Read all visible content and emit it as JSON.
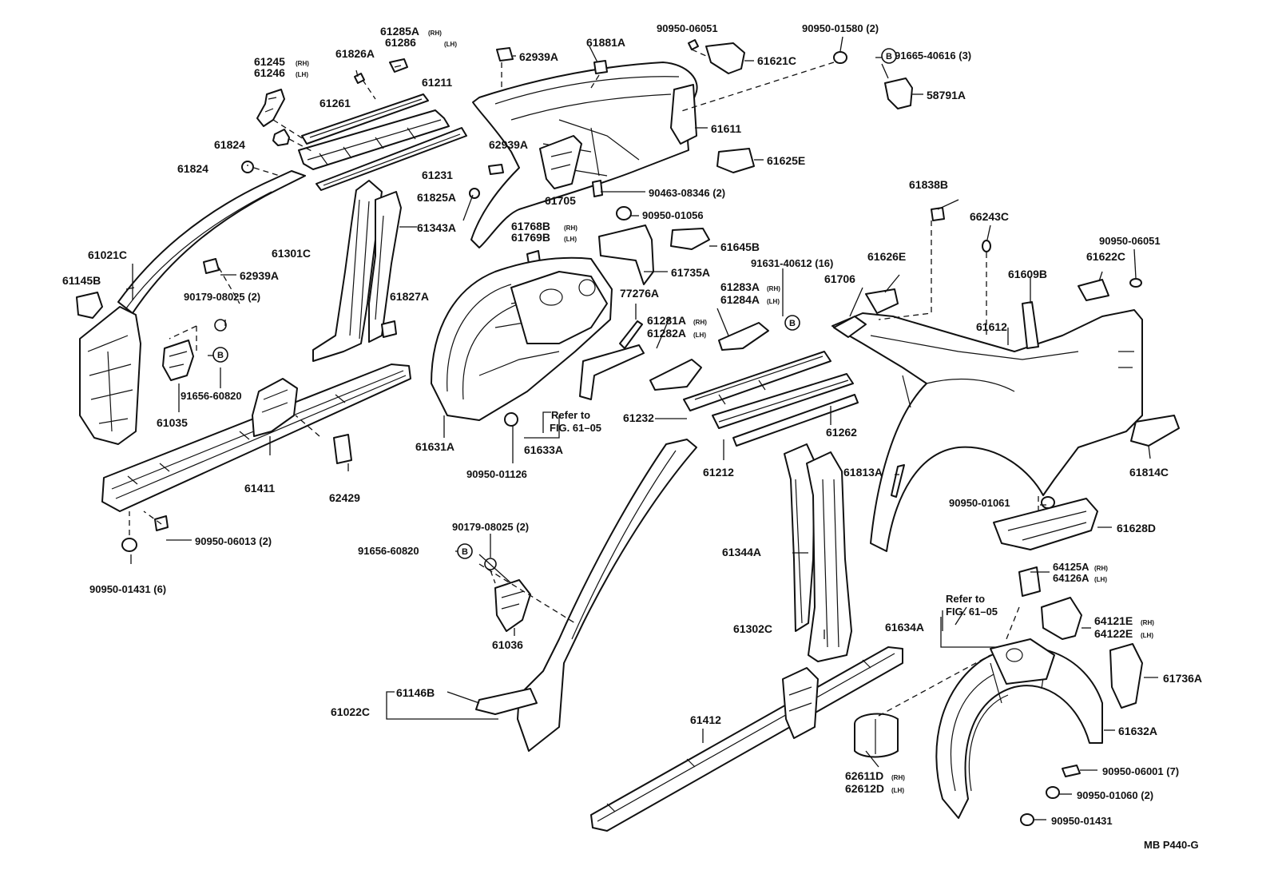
{
  "labels": {
    "p61285A": "61285A",
    "p61286": "61286",
    "p61245": "61245",
    "p61246": "61246",
    "p61826A": "61826A",
    "p61261": "61261",
    "p61211": "61211",
    "p61824a": "61824",
    "p61824b": "61824",
    "p61231": "61231",
    "p62939A_top": "62939A",
    "p62939A_mid": "62939A",
    "p62939A_left": "62939A",
    "p61881A": "61881A",
    "p90950_06051_top": "90950-06051",
    "p90950_01580": "90950-01580 (2)",
    "p61621C": "61621C",
    "p91665_40616": "91665-40616 (3)",
    "p58791A": "58791A",
    "p61611": "61611",
    "p61625E": "61625E",
    "p90463_08346": "90463-08346 (2)",
    "p61705": "61705",
    "p61825A": "61825A",
    "p61343A": "61343A",
    "p90950_01056": "90950-01056",
    "p61768B": "61768B",
    "p61769B": "61769B",
    "p61645B": "61645B",
    "p61735A": "61735A",
    "p61301C": "61301C",
    "p61021C": "61021C",
    "p61145B": "61145B",
    "p90179_08025_left": "90179-08025 (2)",
    "p61827A": "61827A",
    "p91656_60820_left": "91656-60820",
    "p61035": "61035",
    "p61411": "61411",
    "p62429": "62429",
    "p90950_06013": "90950-06013 (2)",
    "p90950_01431_left": "90950-01431 (6)",
    "p61631A": "61631A",
    "p61633A": "61633A",
    "p90950_01126": "90950-01126",
    "p77276A": "77276A",
    "p61281A": "61281A",
    "p61282A": "61282A",
    "p61283A": "61283A",
    "p61284A": "61284A",
    "p91631_40612": "91631-40612 (16)",
    "p61232": "61232",
    "p61212": "61212",
    "p61262": "61262",
    "p61838B": "61838B",
    "p66243C": "66243C",
    "p90950_06051_right": "90950-06051",
    "p61626E": "61626E",
    "p61706": "61706",
    "p61609B": "61609B",
    "p61622C": "61622C",
    "p61612": "61612",
    "p61813A": "61813A",
    "p61814C": "61814C",
    "p90950_01061": "90950-01061",
    "p61628D": "61628D",
    "p61344A": "61344A",
    "p61302C": "61302C",
    "p90179_08025_mid": "90179-08025 (2)",
    "p91656_60820_mid": "91656-60820",
    "p61036": "61036",
    "p61022C": "61022C",
    "p61146B": "61146B",
    "p61412": "61412",
    "p64125A": "64125A",
    "p64126A": "64126A",
    "p64121E": "64121E",
    "p64122E": "64122E",
    "p61634A": "61634A",
    "p61736A": "61736A",
    "p61632A": "61632A",
    "p62611D": "62611D",
    "p62612D": "62612D",
    "p90950_06001": "90950-06001 (7)",
    "p90950_01060": "90950-01060 (2)",
    "p90950_01431_right": "90950-01431"
  },
  "refer_top": {
    "line1": "Refer to",
    "line2": "FIG. 61–05"
  },
  "refer_bottom": {
    "line1": "Refer to",
    "line2": "FIG. 61–05"
  },
  "side_tags": {
    "rh": "(RH)",
    "lh": "(LH)"
  },
  "b_mark": "B",
  "figure_code": "MB P440-G"
}
